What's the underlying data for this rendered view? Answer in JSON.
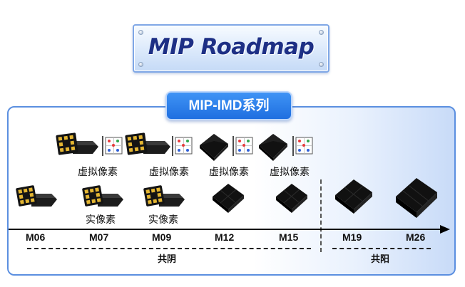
{
  "header": {
    "title": "MIP Roadmap"
  },
  "series": {
    "label": "MIP-IMD系列"
  },
  "labels": {
    "virtual_pixel": "虚拟像素",
    "real_pixel": "实像素"
  },
  "timeline": {
    "milestones": [
      "M06",
      "M07",
      "M09",
      "M12",
      "M15",
      "M19",
      "M26"
    ],
    "groups": {
      "common_cathode": "共阴",
      "common_anode": "共阳"
    }
  },
  "colors": {
    "title": "#1d2f85",
    "accent_blue": "#2577e8",
    "panel_border": "#5b8fe0",
    "chip_black": "#111111",
    "chip_gold": "#e4b632",
    "pixel_red": "#e83a3a",
    "pixel_green": "#2ea84a",
    "pixel_blue": "#2f5fd8"
  },
  "icons": [
    "led-chip-icon",
    "virtual-pixel-grid-icon",
    "black-chip-icon"
  ]
}
